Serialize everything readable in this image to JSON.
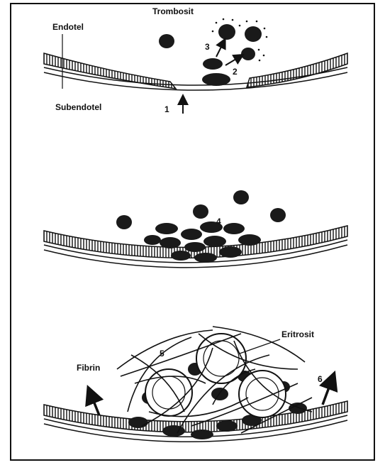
{
  "panel_top": {
    "labels": {
      "trombosit": "Trombosit",
      "endotel": "Endotel",
      "subendotel": "Subendotel"
    },
    "steps": {
      "s1": "1",
      "s2": "2",
      "s3": "3"
    }
  },
  "panel_middle": {
    "steps": {
      "s4": "4"
    }
  },
  "panel_bottom": {
    "labels": {
      "eritrosit": "Eritrosit",
      "fibrin": "Fibrin"
    },
    "steps": {
      "s5": "5",
      "s6": "6"
    }
  },
  "colors": {
    "ink": "#111111",
    "cell_fill": "#1a1a1a",
    "paper": "#ffffff"
  }
}
